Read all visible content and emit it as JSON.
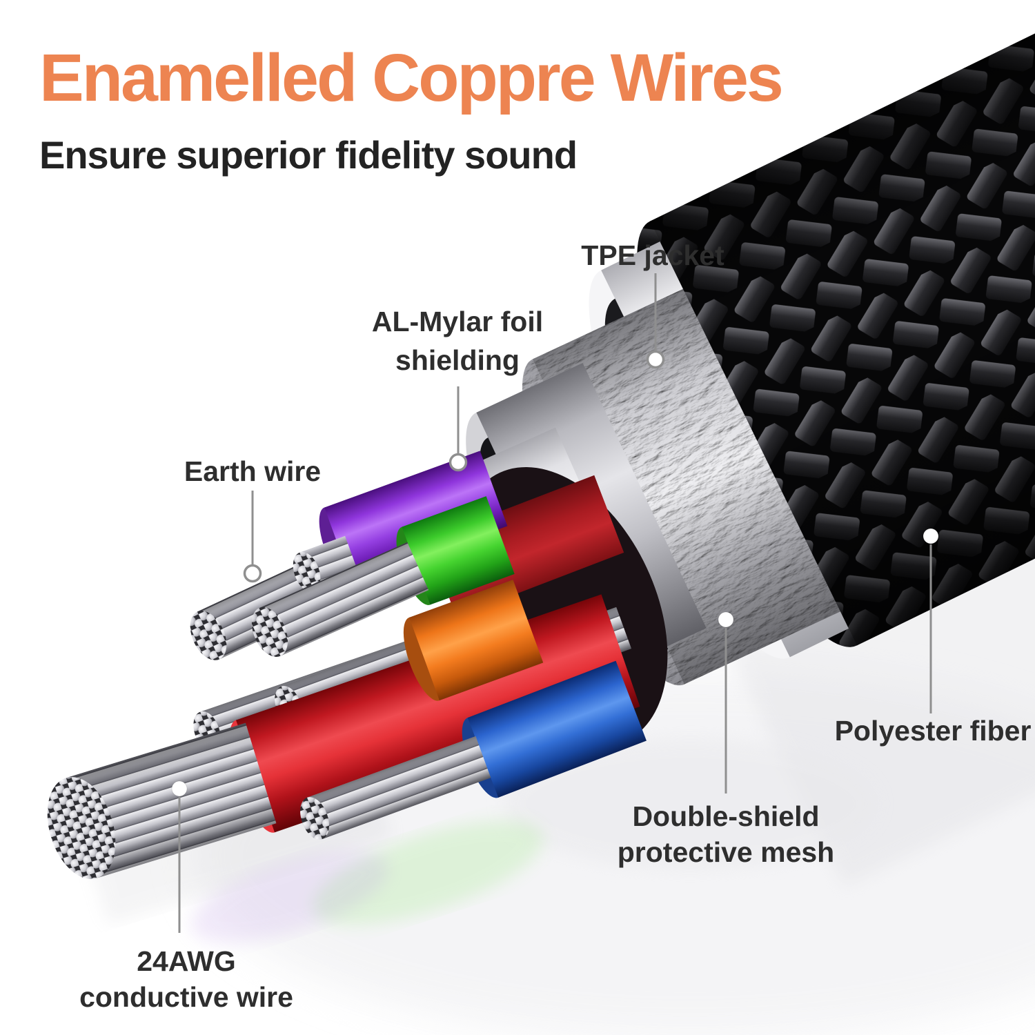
{
  "header": {
    "title": "Enamelled Coppre Wires",
    "subtitle": "Ensure superior fidelity sound"
  },
  "callouts": {
    "tpe": "TPE jacket",
    "mylar_line1": "AL-Mylar foil",
    "mylar_line2": "shielding",
    "earth": "Earth wire",
    "polyester": "Polyester fiber",
    "shield_line1": "Double-shield",
    "shield_line2": "protective mesh",
    "awg_line1": "24AWG",
    "awg_line2": "conductive wire"
  },
  "colors": {
    "title_orange": "#ED8451",
    "subtitle_dark": "#232323",
    "label_dark": "#2E2E2E",
    "leader_gray": "#8F8F8F",
    "wire_purple": "#8F35DC",
    "wire_green": "#3CCB2B",
    "wire_orange": "#EE7519",
    "wire_blue": "#2B64CE",
    "wire_red": "#D9252B",
    "wire_dark_red": "#A81B21",
    "conductor_silver": "#C6C6CD",
    "braid_black": "#0A0A0B",
    "jacket_white": "#F5F5F7",
    "foil_silver": "#D2D2D7"
  }
}
